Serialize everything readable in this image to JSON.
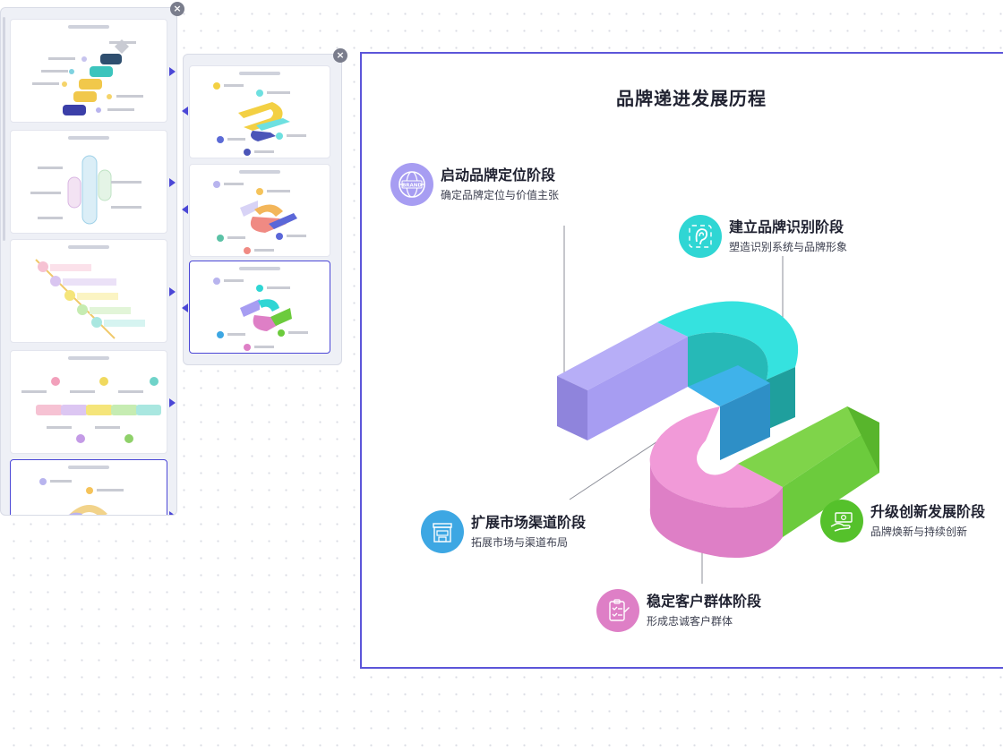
{
  "close_glyph": "×",
  "slide": {
    "title": "品牌递进发展历程",
    "stages": [
      {
        "key": "start",
        "name": "启动品牌定位阶段",
        "desc": "确定品牌定位与价值主张",
        "color": "#a79df2",
        "icon": "brand-globe-icon",
        "icon_text": "BRAND"
      },
      {
        "key": "identity",
        "name": "建立品牌识别阶段",
        "desc": "塑造识别系统与品牌形象",
        "color": "#2fd6d4",
        "icon": "ear-icon"
      },
      {
        "key": "channel",
        "name": "扩展市场渠道阶段",
        "desc": "拓展市场与渠道布局",
        "color": "#3da7e3",
        "icon": "storefront-icon"
      },
      {
        "key": "upgrade",
        "name": "升级创新发展阶段",
        "desc": "品牌焕新与持续创新",
        "color": "#55c12b",
        "icon": "money-hand-icon"
      },
      {
        "key": "stable",
        "name": "稳定客户群体阶段",
        "desc": "形成忠诚客户群体",
        "color": "#de7fc6",
        "icon": "checklist-icon"
      }
    ]
  },
  "colors": {
    "accent": "#4b47d6",
    "purple": "#a79df2",
    "cyan": "#2fd6d4",
    "blue": "#3da7e3",
    "pink": "#de7fc6",
    "green": "#6ccb3d"
  }
}
